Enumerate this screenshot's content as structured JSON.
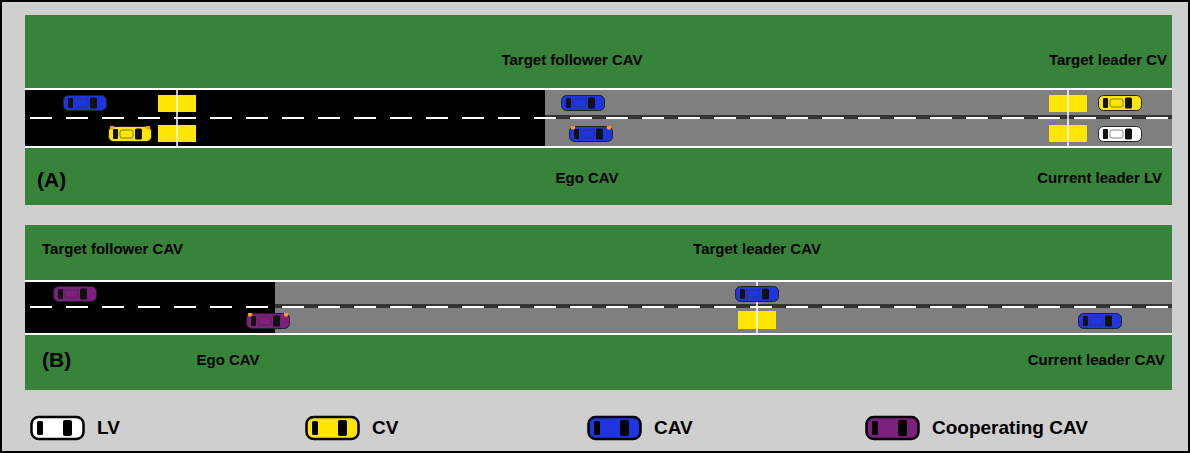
{
  "diagram": {
    "nodes": [
      {
        "text": [
          "Target follower CAV",
          "Target leader CV",
          "(A)",
          "Ego CAV",
          "Current leader LV"
        ]
      },
      {
        "text": [
          "Target follower CAV",
          "Target leader CAV",
          "(B)",
          "Ego CAV",
          "Current leader CAV"
        ]
      }
    ],
    "legend": [
      {
        "text": "LV",
        "color": "#ffffff"
      },
      {
        "text": "CV",
        "color": "#ffe600"
      },
      {
        "text": "CAV",
        "color": "#1f35e0"
      },
      {
        "text": "Cooperating CAV",
        "color": "#7d1f7d"
      }
    ]
  }
}
